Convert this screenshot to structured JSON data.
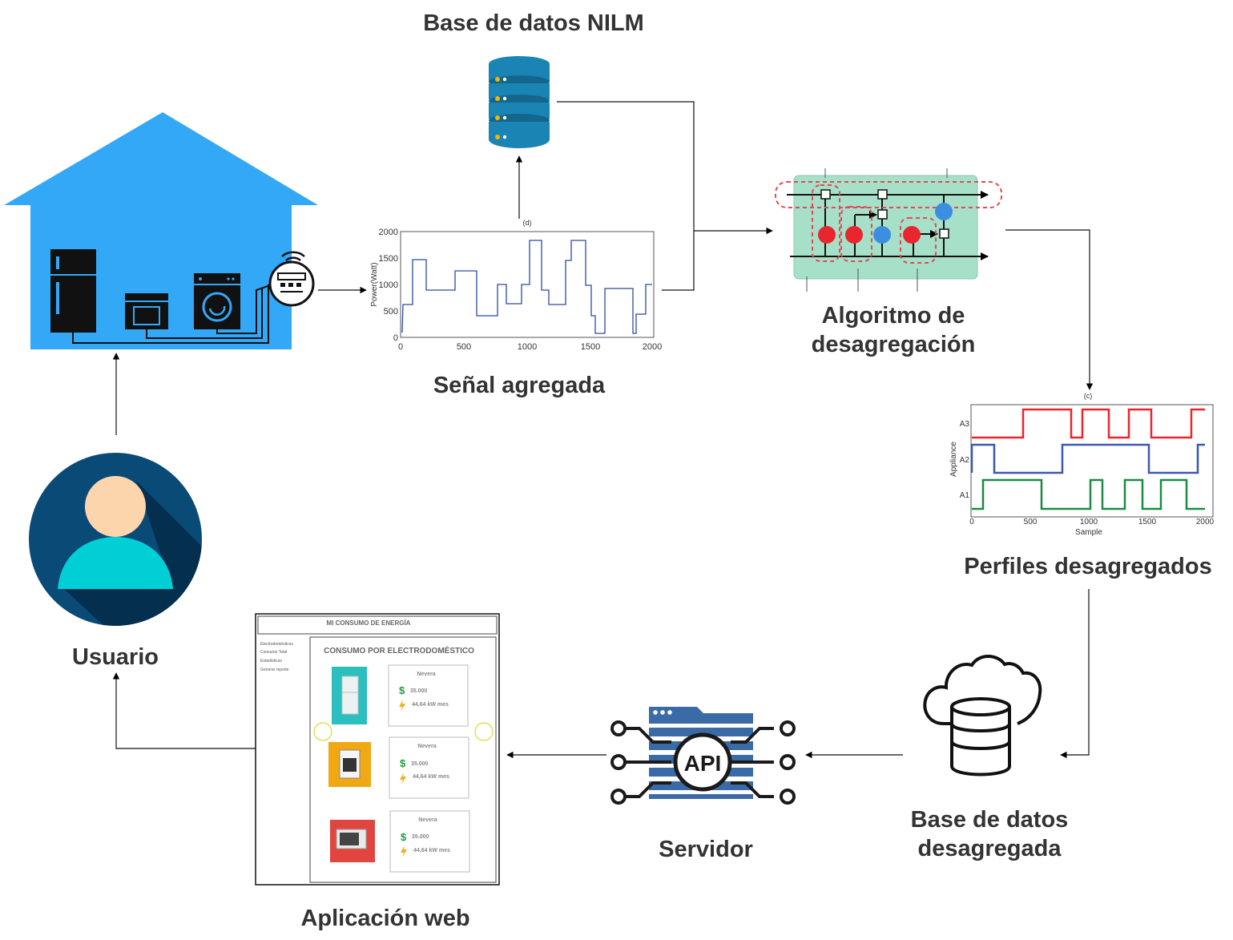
{
  "labels": {
    "nilm_db": "Base de datos NILM",
    "signal": "Señal agregada",
    "algorithm_line1": "Algoritmo de",
    "algorithm_line2": "desagregación",
    "profiles": "Perfiles desagregados",
    "disagg_db_line1": "Base de datos",
    "disagg_db_line2": "desagregada",
    "server": "Servidor",
    "webapp": "Aplicación web",
    "user": "Usuario"
  },
  "api_text": "API",
  "signal_chart": {
    "panel_tag": "(d)",
    "ylabel": "Power(Watt)",
    "y_ticks": [
      "2000",
      "1500",
      "1000",
      "500",
      "0"
    ],
    "x_ticks": [
      "0",
      "500",
      "1000",
      "1500",
      "2000"
    ]
  },
  "profiles_chart": {
    "panel_tag": "(c)",
    "ylabel": "Appliance",
    "xlabel": "Sample",
    "y_ticks": [
      "A3",
      "A2",
      "A1"
    ],
    "x_ticks": [
      "0",
      "500",
      "1000",
      "1500",
      "2000"
    ]
  },
  "webapp": {
    "header": "MI CONSUMO DE ENERGÍA",
    "menu": [
      "Electrodomésticos",
      "Consumo Total",
      "Estadísticas",
      "Generar reporte"
    ],
    "section_title": "CONSUMO POR ELECTRODOMÉSTICO",
    "cards": [
      {
        "name": "Nevera",
        "price": "35.000",
        "energy": "44,64 kW mes"
      },
      {
        "name": "Nevera",
        "price": "35.000",
        "energy": "44,64 kW mes"
      },
      {
        "name": "Nevera",
        "price": "35.000",
        "energy": "44,64 kW mes"
      }
    ]
  },
  "colors": {
    "house": "#33a8f7",
    "db_blue": "#1a85b5",
    "lstm_bg": "#a6e0c8",
    "avatar_bg": "#0a4a77",
    "avatar_head": "#fdd5ad",
    "avatar_body": "#00d0d6",
    "series_a3": "#e8262d",
    "series_a2": "#3c58b0",
    "series_a1": "#1d8a43",
    "signal_line": "#2b4aa3"
  }
}
